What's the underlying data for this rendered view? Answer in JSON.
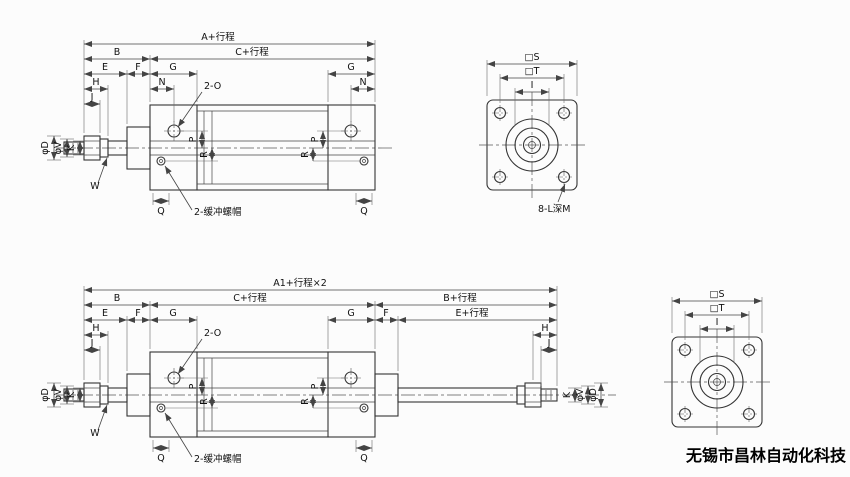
{
  "company": "无锡市昌林自动化科技",
  "dims": {
    "a": "A+行程",
    "a1": "A1+行程×2",
    "b": "B",
    "b_stroke": "B+行程",
    "c_stroke": "C+行程",
    "e": "E",
    "e_stroke": "E+行程",
    "f": "F",
    "g": "G",
    "h": "H",
    "i": "I",
    "j": "J",
    "k": "K",
    "n": "N",
    "p": "P",
    "q": "Q",
    "r": "R",
    "w": "W",
    "phi_v": "φV",
    "phi_d": "φD",
    "sq_s": "□S",
    "sq_t": "□T"
  },
  "notes": {
    "ports": "2-O",
    "buffer": "2-缓冲螺帽",
    "bolts": "8-L深M"
  }
}
